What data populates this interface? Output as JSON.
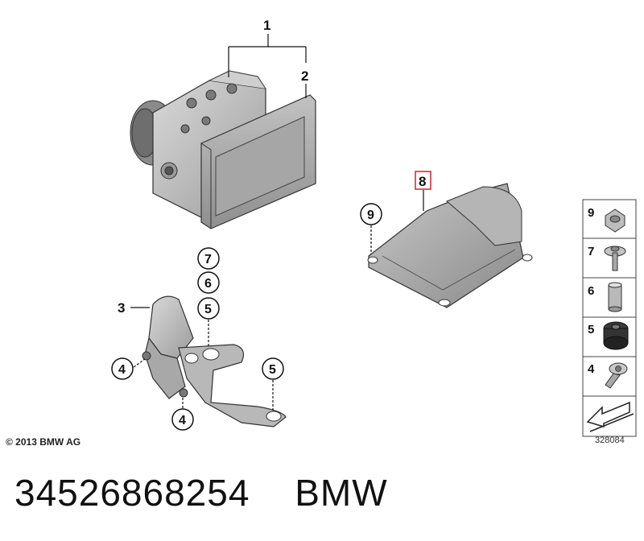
{
  "callouts": {
    "n1": "1",
    "n2": "2",
    "n3": "3",
    "n8": "8",
    "c9": "9",
    "c7": "7",
    "c6": "6",
    "c5a": "5",
    "c4a": "4",
    "c5b": "5",
    "c4b": "4"
  },
  "side_panel": {
    "items": [
      "9",
      "7",
      "6",
      "5",
      "4"
    ]
  },
  "highlight_color": "#cc2233",
  "copyright": "© 2013 BMW AG",
  "reference_id": "328084",
  "footer": {
    "part_number": "34526868254",
    "brand": "BMW"
  }
}
